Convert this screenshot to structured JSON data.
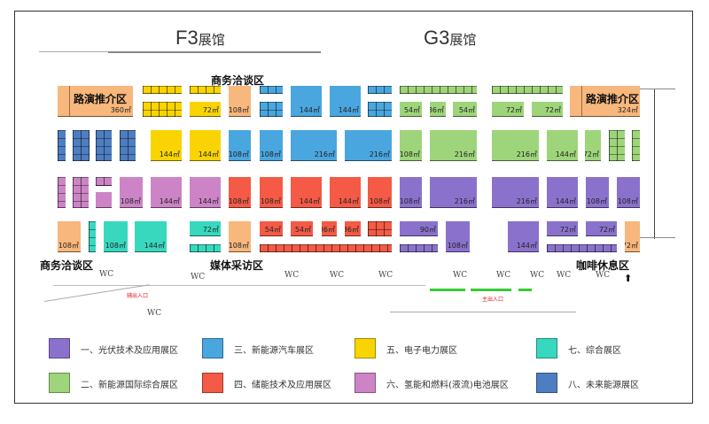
{
  "halls": {
    "f3": {
      "code": "F3",
      "suffix": "展馆"
    },
    "g3": {
      "code": "G3",
      "suffix": "展馆"
    }
  },
  "zones": {
    "business_top": "商务洽谈区",
    "business_left": "商务洽谈区",
    "media": "媒体采访区",
    "coffee": "咖啡休息区",
    "roadshow_left": "路演推介区",
    "roadshow_right": "路演推介区"
  },
  "facilities": {
    "wc": "WC",
    "secondary_entrance": "辅出入口",
    "main_entrance": "主出入口"
  },
  "areas": {
    "a360": "360㎡",
    "a324": "324㎡",
    "a216": "216㎡",
    "a144": "144㎡",
    "a108": "108㎡",
    "a90": "90㎡",
    "a72": "72㎡",
    "a54": "54㎡",
    "a36": "36㎡"
  },
  "colors": {
    "purple": "#8a72cc",
    "green": "#9ed57a",
    "blue": "#4aa6de",
    "red": "#f45a45",
    "yellow": "#f9d400",
    "pink": "#cd84c6",
    "teal": "#38d8bf",
    "darkblue": "#4e7ec2",
    "orange": "#f8b77c",
    "entrance_line": "#33cc33"
  },
  "legend": [
    {
      "label": "一、光伏技术及应用展区",
      "color": "#8a72cc"
    },
    {
      "label": "二、新能源国际综合展区",
      "color": "#9ed57a"
    },
    {
      "label": "三、新能源汽车展区",
      "color": "#4aa6de"
    },
    {
      "label": "四、储能技术及应用展区",
      "color": "#f45a45"
    },
    {
      "label": "五、电子电力展区",
      "color": "#f9d400"
    },
    {
      "label": "六、氢能和燃料(液流)电池展区",
      "color": "#cd84c6"
    },
    {
      "label": "七、综合展区",
      "color": "#38d8bf"
    },
    {
      "label": "八、未来能源展区",
      "color": "#4e7ec2"
    }
  ]
}
